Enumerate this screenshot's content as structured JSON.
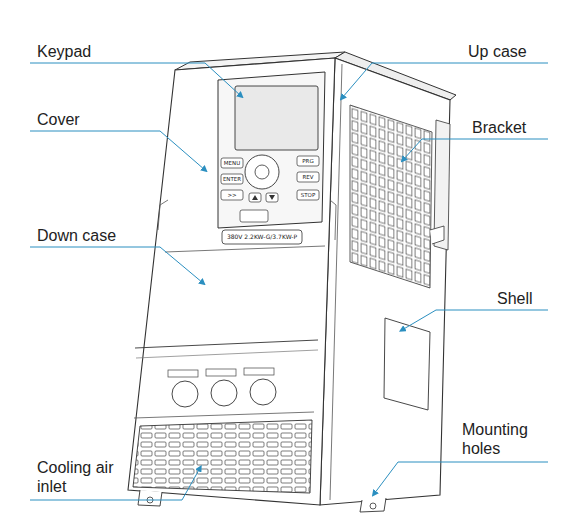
{
  "diagram": {
    "labels": [
      "Keypad",
      "Up case",
      "Cover",
      "Bracket",
      "Down case",
      "Shell",
      "Cooling air inlet",
      "Mounting holes",
      "MENU",
      "PRG",
      "ENTER",
      "REV",
      ">>",
      "STOP",
      "380V 2.2KW-G/3.7KW-P"
    ]
  }
}
